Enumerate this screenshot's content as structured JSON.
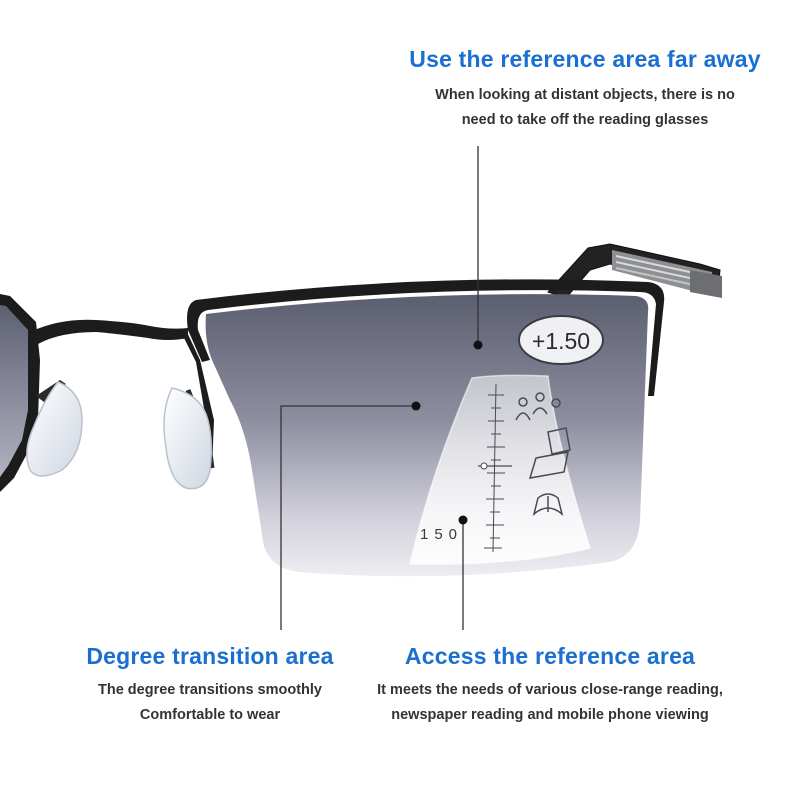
{
  "colors": {
    "accent": "#1a6fd1",
    "body_text": "#333333",
    "frame": "#1c1c1c",
    "lens_top": "#5f6272",
    "lens_bottom": "#e9e8ef"
  },
  "lens_badge": "+1.50",
  "lens_scale_number": "150",
  "icons": [
    "people-icon",
    "laptop-icon",
    "book-icon"
  ],
  "callouts": {
    "far": {
      "title": "Use the reference area far away",
      "desc": [
        "When looking at distant objects, there is no",
        "need to take off the reading glasses"
      ]
    },
    "transition": {
      "title": "Degree transition area",
      "desc": [
        "The degree transitions smoothly",
        "Comfortable to wear"
      ]
    },
    "near": {
      "title": "Access the reference area",
      "desc": [
        "It meets the needs of various close-range reading,",
        "newspaper reading and mobile phone viewing"
      ]
    }
  }
}
